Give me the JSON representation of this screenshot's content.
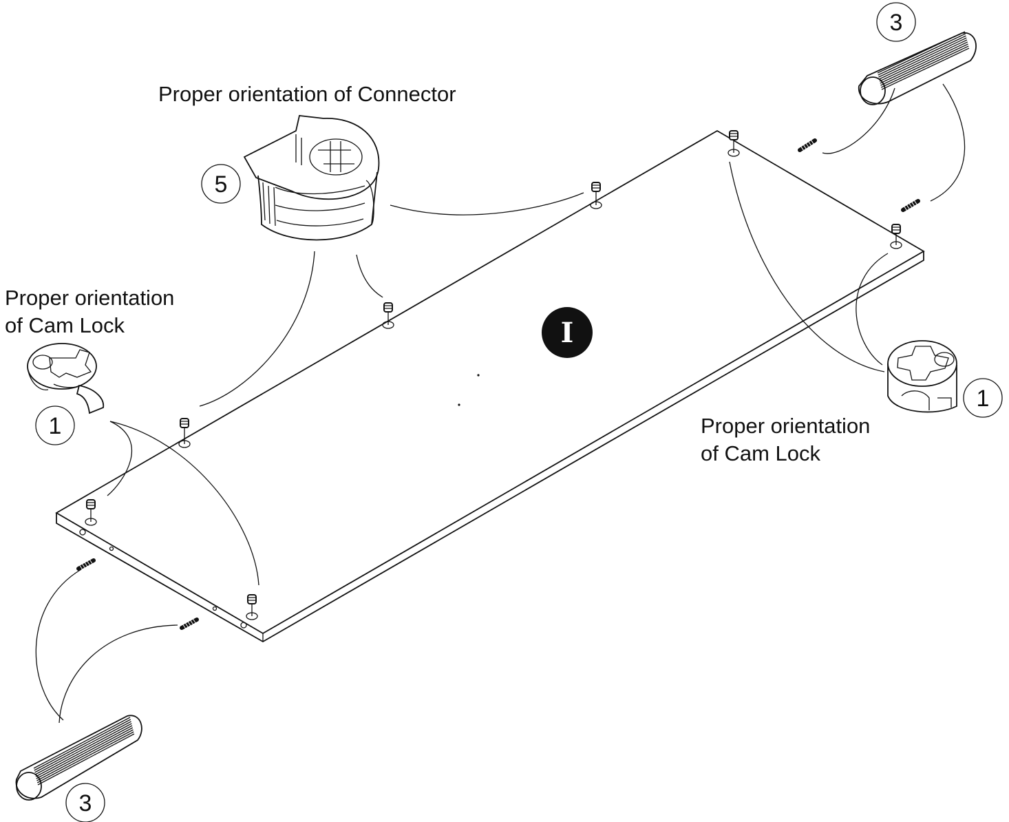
{
  "labels": {
    "connector_orientation": "Proper orientation of Connector",
    "camlock_left_line1": "Proper orientation",
    "camlock_left_line2": "of Cam Lock",
    "camlock_right_line1": "Proper orientation",
    "camlock_right_line2": "of Cam Lock"
  },
  "part_numbers": {
    "connector": "5",
    "camlock_left": "1",
    "camlock_right": "1",
    "dowel_top": "3",
    "dowel_bottom": "3"
  },
  "panel_id": "I"
}
